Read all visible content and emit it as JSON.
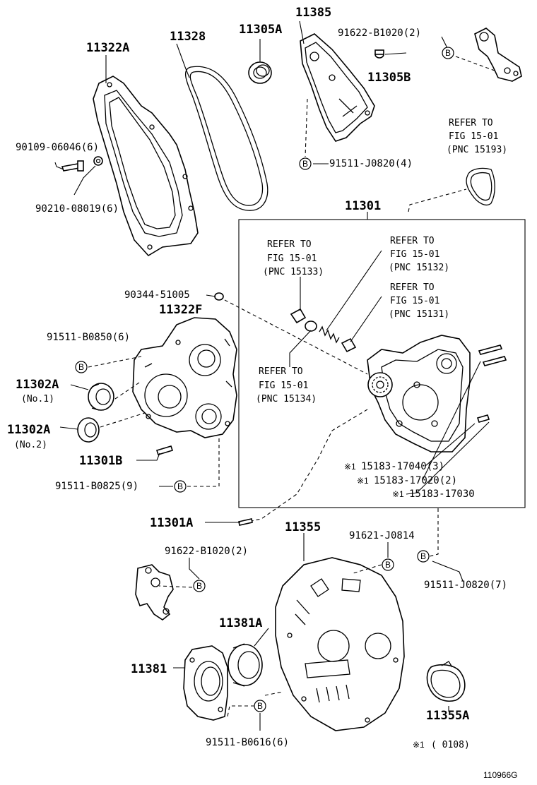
{
  "labels": {
    "p11385": "11385",
    "p11328": "11328",
    "p11305A": "11305A",
    "p91622_top": "91622-B1020(2)",
    "p11322A": "11322A",
    "p11305B": "11305B",
    "refer_top_1": "REFER TO",
    "refer_top_2": "FIG 15-01",
    "refer_top_3": "(PNC 15193)",
    "p90109": "90109-06046(6)",
    "p91511_j0820_4": "91511-J0820(4)",
    "p90210": "90210-08019(6)",
    "p11301": "11301",
    "refer_a_1": "REFER TO",
    "refer_a_2": "FIG 15-01",
    "refer_a_3": "(PNC 15133)",
    "refer_b_1": "REFER TO",
    "refer_b_2": "FIG 15-01",
    "refer_b_3": "(PNC 15132)",
    "refer_c_1": "REFER TO",
    "refer_c_2": "FIG 15-01",
    "refer_c_3": "(PNC 15131)",
    "refer_d_1": "REFER TO",
    "refer_d_2": "FIG 15-01",
    "refer_d_3": "(PNC 15134)",
    "p90344": "90344-51005",
    "p11322F": "11322F",
    "p91511_b0850": "91511-B0850(6)",
    "p11302A_1": "11302A",
    "no1": "(No.1)",
    "p11302A_2": "11302A",
    "no2": "(No.2)",
    "p11301B": "11301B",
    "p91511_b0825": "91511-B0825(9)",
    "p15183_17040": "15183-17040(3)",
    "p15183_17020": "15183-17020(2)",
    "p15183_17030": "15183-17030",
    "p11301A": "11301A",
    "p11355": "11355",
    "p91621": "91621-J0814",
    "p91622_bot": "91622-B1020(2)",
    "p91511_j0820_7": "91511-J0820(7)",
    "p11381A": "11381A",
    "p11381": "11381",
    "p11355A": "11355A",
    "p91511_b0616": "91511-B0616(6)",
    "asterisk_note": "※1",
    "note_text": "(         0108)",
    "figure_id": "110966G",
    "mark": "※1",
    "b": "B"
  }
}
